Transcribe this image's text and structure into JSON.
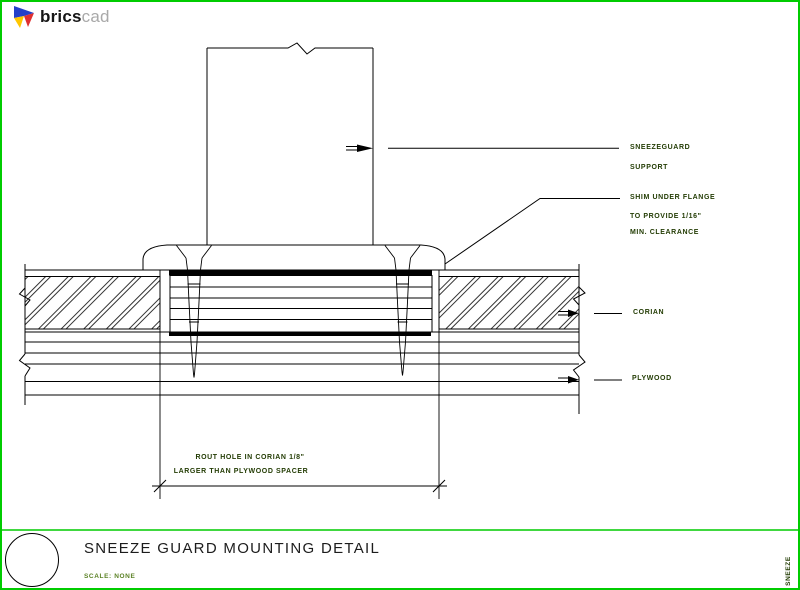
{
  "logo": {
    "brand_bold": "brics",
    "brand_light": "cad"
  },
  "callouts": {
    "sneezeguard_support": {
      "line1": "SNEEZEGUARD",
      "line2": "SUPPORT"
    },
    "shim": {
      "line1": "SHIM UNDER FLANGE",
      "line2": "TO PROVIDE 1/16\"",
      "line3": "MIN. CLEARANCE"
    },
    "corian": "CORIAN",
    "plywood": "PLYWOOD"
  },
  "dimension_note": {
    "line1": "ROUT HOLE IN CORIAN 1/8\"",
    "line2": "LARGER THAN PLYWOOD SPACER"
  },
  "title_block": {
    "title": "SNEEZE GUARD MOUNTING DETAIL",
    "scale_label": "SCALE: NONE"
  },
  "edge_tab": {
    "text": "SNEEZE"
  },
  "colors": {
    "frame_green": "#00cc00",
    "callout_text_green": "#243d05",
    "scale_text_green": "#5b8226",
    "linework_black": "#000000",
    "logo_gray": "#a9a9a9"
  }
}
